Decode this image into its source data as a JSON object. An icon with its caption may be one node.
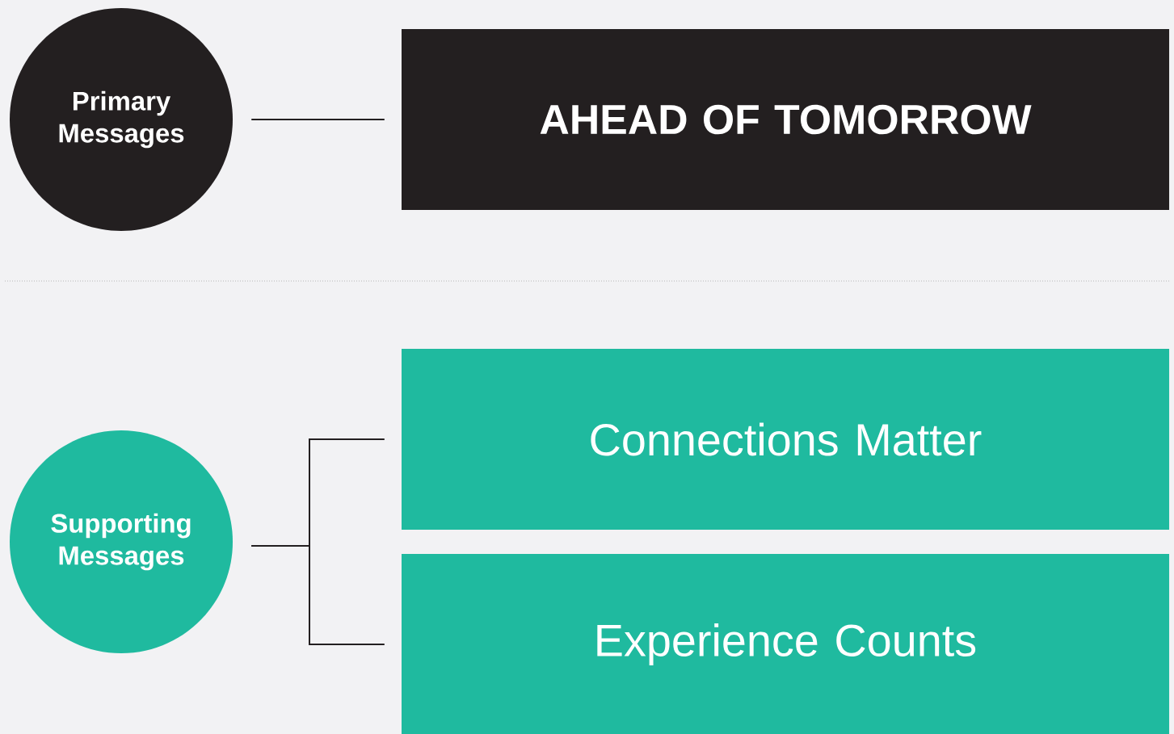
{
  "diagram": {
    "nodes": [
      {
        "text": [
          "Primary Messages"
        ]
      },
      {
        "text": [
          "AHEAD OF TOMORROW"
        ]
      },
      {
        "text": [
          "Supporting Messages"
        ]
      },
      {
        "text": [
          "Connections Matter"
        ]
      },
      {
        "text": [
          "Experience Counts"
        ]
      }
    ],
    "edges": [
      {
        "from": 0,
        "to": 1,
        "arrow": "none"
      },
      {
        "from": 2,
        "to": 3,
        "arrow": "none"
      },
      {
        "from": 2,
        "to": 4,
        "arrow": "none"
      }
    ]
  }
}
